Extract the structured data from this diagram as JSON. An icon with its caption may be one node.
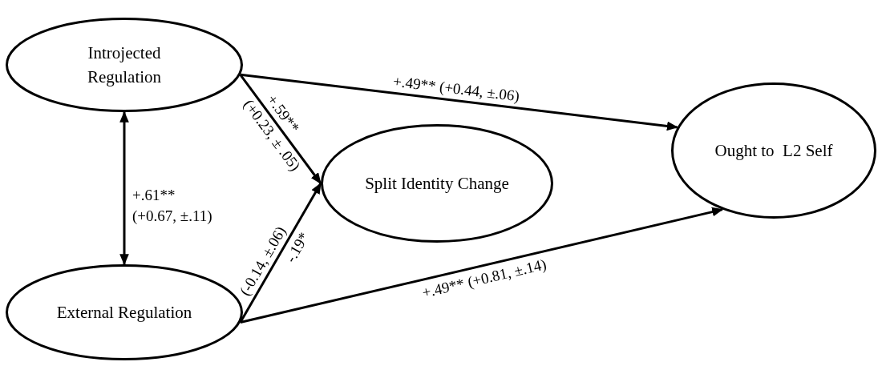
{
  "diagram": {
    "nodes": [
      {
        "text": [
          "Introjected Regulation"
        ]
      },
      {
        "text": [
          "External Regulation"
        ]
      },
      {
        "text": [
          "Split Identity Change"
        ]
      },
      {
        "text": [
          "Ought to  L2 Self"
        ]
      }
    ],
    "edges": [
      {
        "from": 0,
        "to": 3,
        "arrow": "to",
        "label": "+.49** (+0.44, ±.06)"
      },
      {
        "from": 0,
        "to": 1,
        "arrow": "both",
        "label": "+.61** (+0.67, ±.11)"
      },
      {
        "from": 0,
        "to": 2,
        "arrow": "to",
        "label": "+.59** (+0.23, ± .05)"
      },
      {
        "from": 1,
        "to": 2,
        "arrow": "to",
        "label": "-.19* (-0.14, ±.06)"
      },
      {
        "from": 1,
        "to": 3,
        "arrow": "to",
        "label": "+.49** (+0.81, ±.14)"
      }
    ]
  }
}
